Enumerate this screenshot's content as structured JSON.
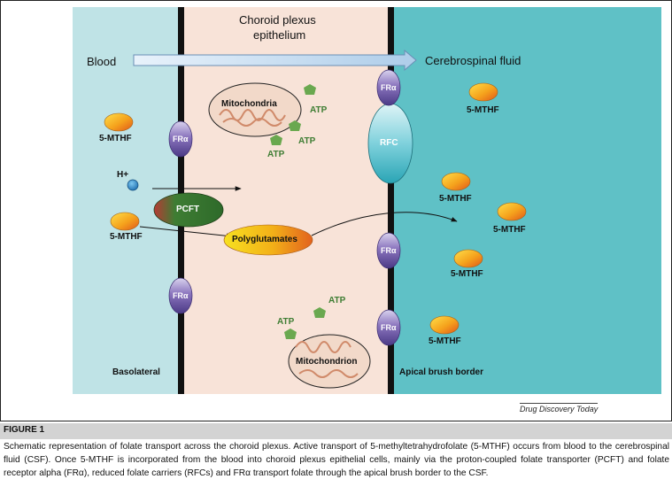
{
  "title_line1": "Choroid plexus",
  "title_line2": "epithelium",
  "blood_label": "Blood",
  "csf_label": "Cerebrospinal fluid",
  "mitochondria_top": "Mitochondria",
  "mitochondrion_bottom": "Mitochondrion",
  "atp": "ATP",
  "mthf": "5-MTHF",
  "h_plus": "H+",
  "pcft": "PCFT",
  "polyglutamates": "Polyglutamates",
  "rfc": "RFC",
  "fra": "FRα",
  "basolateral": "Basolateral",
  "apical": "Apical brush border",
  "credit": "Drug Discovery Today",
  "figure_label": "FIGURE 1",
  "caption": "Schematic representation of folate transport across the choroid plexus. Active transport of 5-methyltetrahydrofolate (5-MTHF) occurs from blood to the cerebrospinal fluid (CSF). Once 5-MTHF is incorporated from the blood into choroid plexus epithelial cells, mainly via the proton-coupled folate transporter (PCFT) and folate receptor alpha (FRα), reduced folate carriers (RFCs) and FRα transport folate through the apical brush border to the CSF.",
  "colors": {
    "blood_bg": "#bfe3e6",
    "epithelium_bg": "#f8e3d8",
    "csf_bg": "#5fc1c6",
    "membrane": "#111111",
    "fra_fill": "#7a5ea8",
    "mthf_fill": "#f2a01c",
    "atp_fill": "#6aa84f",
    "pcft_fill": "#3d7a32",
    "h_plus_fill": "#1f8ad0",
    "mito_fill": "#f2d9c9",
    "mito_stroke": "#d08a6a"
  }
}
